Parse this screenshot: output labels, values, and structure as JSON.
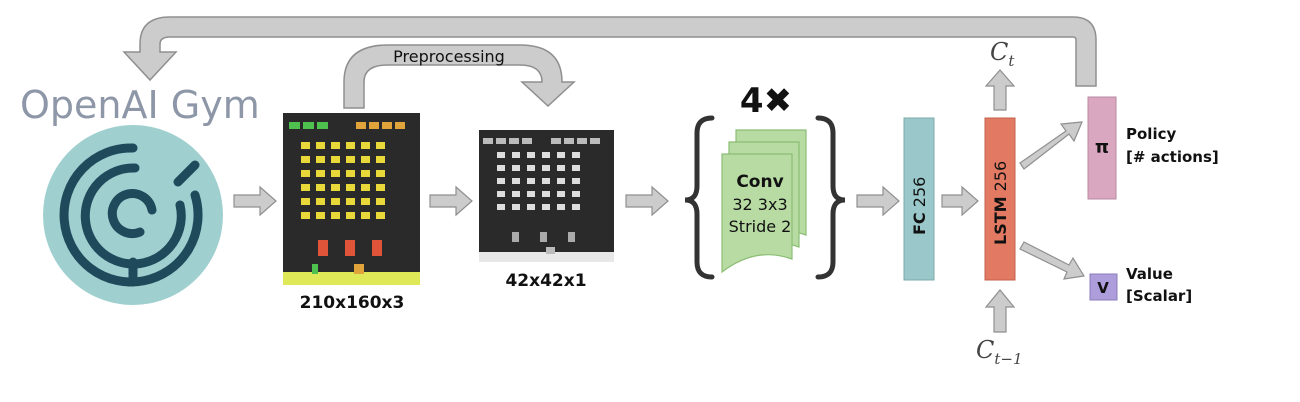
{
  "gym": {
    "name": "OpenAI Gym"
  },
  "preprocessing_label": "Preprocessing",
  "frames": {
    "raw_dims": "210x160x3",
    "processed_dims": "42x42x1"
  },
  "conv_block": {
    "repeat": "4✖",
    "title": "Conv",
    "filters": "32 3x3",
    "stride": "Stride 2"
  },
  "fc": {
    "name": "FC",
    "units": "256"
  },
  "lstm": {
    "name": "LSTM",
    "units": "256",
    "cell_out": "C",
    "cell_out_sub": "t",
    "cell_in": "C",
    "cell_in_sub": "t−1"
  },
  "policy": {
    "symbol": "π",
    "label": "Policy",
    "sub": "[# actions]"
  },
  "value": {
    "symbol": "V",
    "label": "Value",
    "sub": "[Scalar]"
  },
  "colors": {
    "gym_circle": "#9fcfcf",
    "gym_maze": "#1f4a5c",
    "gym_text": "#8e97a8",
    "arrow_fill": "#cccccc",
    "arrow_stroke": "#8f8f8f",
    "conv_fill": "#b7dba3",
    "conv_stroke": "#8bbd74",
    "fc_fill": "#9ac7c9",
    "lstm_fill": "#e27a63",
    "policy_fill": "#d9a7bf",
    "value_fill": "#ad9ddb"
  }
}
